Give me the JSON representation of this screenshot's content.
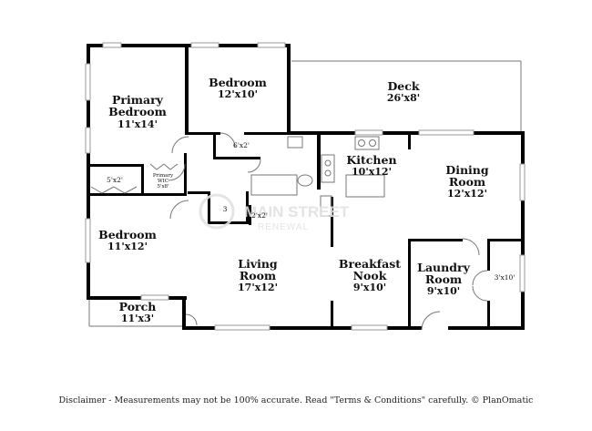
{
  "watermark": {
    "brand": "MAIN STREET",
    "sub": "RENEWAL"
  },
  "rooms": {
    "primary_bedroom": {
      "name_line1": "Primary",
      "name_line2": "Bedroom",
      "dim": "11'x14'"
    },
    "bedroom_top": {
      "name": "Bedroom",
      "dim": "12'x10'"
    },
    "deck": {
      "name": "Deck",
      "dim": "26'x8'"
    },
    "closet_top": {
      "dim": "6'x2'"
    },
    "kitchen": {
      "name": "Kitchen",
      "dim": "10'x12'"
    },
    "dining": {
      "name_line1": "Dining",
      "name_line2": "Room",
      "dim": "12'x12'"
    },
    "closet_left": {
      "dim": "5'x2'"
    },
    "primary_wic": {
      "name_line1": "Primary",
      "name_line2": "WIC",
      "dim": "5'x8'"
    },
    "bath": {
      "dim": "3"
    },
    "hall_closet": {
      "dim": "2'x2'"
    },
    "bedroom_bottom": {
      "name": "Bedroom",
      "dim": "11'x12'"
    },
    "living": {
      "name_line1": "Living",
      "name_line2": "Room",
      "dim": "17'x12'"
    },
    "breakfast": {
      "name_line1": "Breakfast",
      "name_line2": "Nook",
      "dim": "9'x10'"
    },
    "laundry": {
      "name_line1": "Laundry",
      "name_line2": "Room",
      "dim": "9'x10'"
    },
    "laundry_closet": {
      "dim": "3'x10'"
    },
    "porch": {
      "name": "Porch",
      "dim": "11'x3'"
    }
  },
  "disclaimer": "Disclaimer - Measurements may not be 100% accurate. Read \"Terms & Conditions\" carefully. © PlanOmatic"
}
